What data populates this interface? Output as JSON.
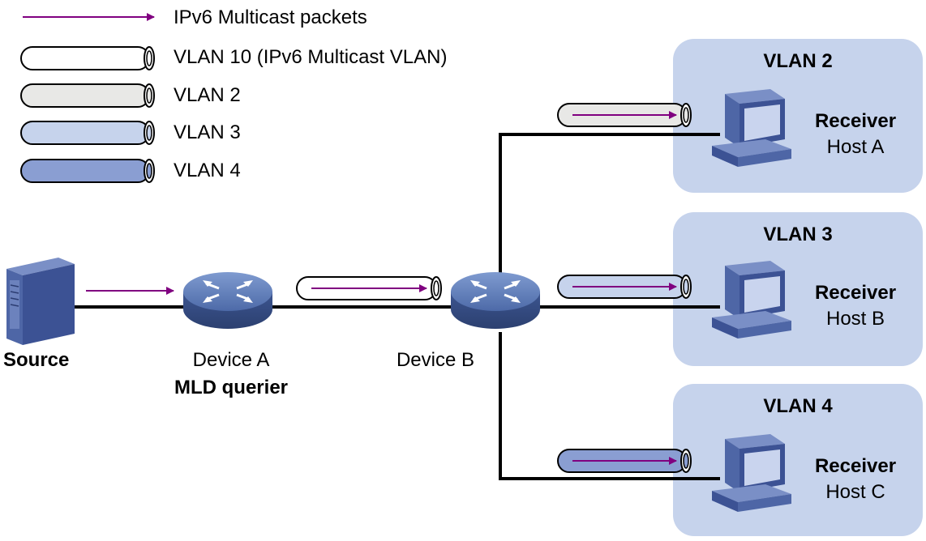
{
  "legend": {
    "packets": "IPv6 Multicast packets",
    "vlan10": "VLAN 10 (IPv6 Multicast VLAN)",
    "vlan2": "VLAN 2",
    "vlan3": "VLAN 3",
    "vlan4": "VLAN 4"
  },
  "nodes": {
    "source": "Source",
    "device_a": "Device A",
    "device_a_role": "MLD querier",
    "device_b": "Device B"
  },
  "vlans": [
    {
      "title": "VLAN 2",
      "role": "Receiver",
      "host": "Host A"
    },
    {
      "title": "VLAN 3",
      "role": "Receiver",
      "host": "Host B"
    },
    {
      "title": "VLAN 4",
      "role": "Receiver",
      "host": "Host C"
    }
  ],
  "colors": {
    "arrow": "#800080",
    "vlan10_tube": "#ffffff",
    "vlan2_tube": "#e8e8e6",
    "vlan3_tube": "#c6d3ec",
    "vlan4_tube": "#8a9ed2",
    "vlan_panel": "#c6d3ec",
    "device": "#5a78b4"
  }
}
